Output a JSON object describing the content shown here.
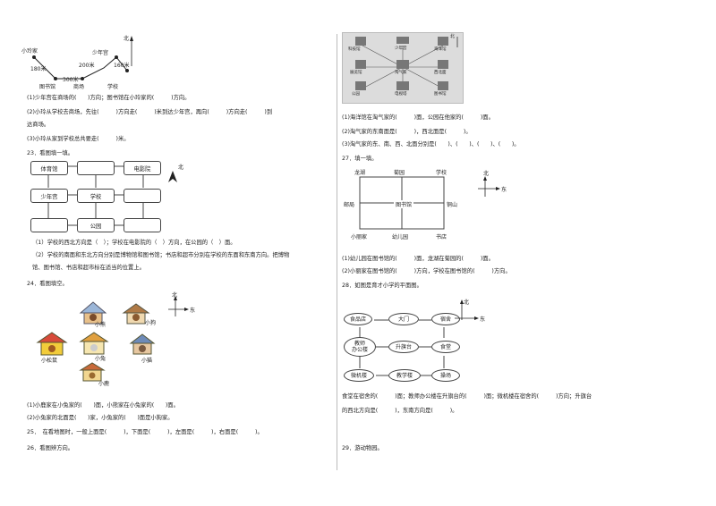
{
  "q_map1": {
    "labels": {
      "xiaoling": "小玲家",
      "north": "北",
      "d180": "180米",
      "d200": "200米",
      "d160": "160米",
      "d300": "300米",
      "shaonian": "少年宫",
      "library": "图书馆",
      "shop": "商场",
      "school": "学校"
    },
    "lines": [
      "(1)少年宫在商场的(　　)方向；图书馆在小玲家的(　　　)方向。",
      "(2)小玲从学校去商场，先往(　　　)方向走(　　　)米到达少年宫，再向(　　　)方向走(　　　)到",
      "达商场。",
      "(3)小玲从家到学校总共要走(　　　)米。"
    ]
  },
  "q23": {
    "title": "23．看图填一填。",
    "boxes": {
      "sports": "体育馆",
      "cinema": "电影院",
      "shaonian": "少年宫",
      "school": "学校",
      "park": "公园"
    },
    "north": "北",
    "lines": [
      "（1）学校的西北方向是（　）；学校在电影院的（　）方向，在公园的（　）面。",
      "（2）学校的南面和东北方向分别是博物馆和图书馆；书店和超市分别在学校的东面和东南方向。把博物",
      "馆、图书馆、书店和超市标在适当的位置上。"
    ]
  },
  "q24": {
    "title": "24．看图填空。",
    "north": "北",
    "east": "东",
    "animals": {
      "bear": "小熊",
      "dog": "小狗",
      "squirrel": "小松鼠",
      "rabbit": "小兔",
      "cat": "小猫",
      "deer": "小鹿"
    },
    "lines": [
      "(1)小鹿家在小兔家的(　　)面，小熊家在小兔家的(　　)面。",
      "(2)小兔家的北面是(　　)家，小兔家的(　　)面是小狗家。"
    ]
  },
  "q25": {
    "line": "25．　在看地图时，一般上面是(　　　)，下面是(　　　)，左面是(　　　)，右面是(　　　)。"
  },
  "q26": {
    "line": "26．看图辨方向。"
  },
  "map26": {
    "north": "北",
    "places": {
      "tech": "科技馆",
      "shaonian": "少年宫",
      "aquarium": "海洋馆",
      "hall": "展览馆",
      "naoqi": "淘气家",
      "xibei": "西北面",
      "park": "公园",
      "tv": "电视塔",
      "bookstore": "图书馆"
    }
  },
  "q26_lines": [
    "(1)海洋馆在淘气家的(　　　)面，公园在他家的(　　　)面。",
    "(2)淘气家的东南面是(　　　)，西北面是(　　　)。",
    "(3)淘气家的东、南、西、北面分别是(　　)、(　　)、(　　)、(　　)。"
  ],
  "q27": {
    "title": "27．填一填。",
    "labels": {
      "dragonlake": "龙湖",
      "orchard": "菊园",
      "school": "学校",
      "post": "邮局",
      "library": "图书馆",
      "tongshan": "铜山",
      "xiaoli": "小丽家",
      "kinder": "幼儿园",
      "bookstore": "书店"
    },
    "north": "北",
    "east": "东",
    "lines": [
      "(1)幼儿园在图书馆的(　　　)面，龙湖在菊园的(　　　)面。",
      "(2)小丽家在图书馆的(　　　)方向，学校在图书馆的(　　　)方向。"
    ]
  },
  "q28": {
    "title": "28．如图是育才小学的平面图。",
    "north": "北",
    "east": "东",
    "nodes": {
      "canteen": "食品店",
      "gate": "大门",
      "dorm": "宿舍",
      "office": "教师\n办公楼",
      "flag": "升旗台",
      "dining": "食堂",
      "micro": "微机楼",
      "teach": "教学楼",
      "field": "操场"
    },
    "lines": [
      "食堂在宿舍的(　　　)面；教师办公楼在升旗台的(　　　)面；微机楼在宿舍的(　　　)方向；升旗台",
      "的西北方向是(　　　)，东南方向是(　　　)。"
    ]
  },
  "q29": {
    "line": "29．游动物园。"
  }
}
